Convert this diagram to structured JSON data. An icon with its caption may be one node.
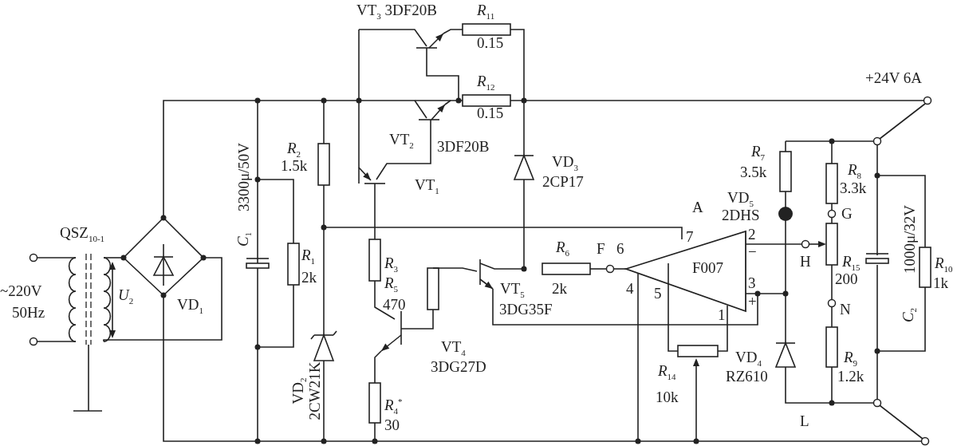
{
  "diagram": {
    "labels": [
      "VT$_{3}$ 3DF20B",
      "*R*$_{11}$",
      "0.15",
      "*R*$_{12}$",
      "0.15",
      "+24V 6A",
      "VT$_{2}$",
      "3DF20B",
      "*R*$_{2}$",
      "1.5k",
      "3300μ/50V",
      "VD$_{3}$",
      "2CP17",
      "*R*$_{7}$",
      "3.5k",
      "*R*$_{8}$",
      "3.3k",
      "VT$_{1}$",
      "A",
      "VD$_{5}$",
      "2DHS",
      "G",
      "7",
      "2",
      "QSZ$_{10-1}$",
      "*C*$_{1}$",
      "*R*$_{1}$",
      "2k",
      "*R*$_{3}$",
      "*R*$_{6}$",
      "F",
      "6",
      "−",
      "F007",
      "H",
      "*R*$_{15}$",
      "200",
      "1000μ/32V",
      "*R*$_{10}$",
      "1k",
      "~220V",
      "50Hz",
      "*U*$_{2}$",
      "VD$_{1}$",
      "*R*$_{5}$",
      "470",
      "VT$_{5}$",
      "2k",
      "4",
      "5",
      "3",
      "+",
      "3DG35F",
      "N",
      "1",
      "VT$_{4}$",
      "3DG27D",
      "*R*$_{14}$",
      "10k",
      "VD$_{4}$",
      "RZ610",
      "*R*$_{9}$",
      "1.2k",
      "VD$_{2}$",
      "2CW21K",
      "*R*$_{4}$$^{*}$",
      "30",
      "L",
      "*C*$_{2}$"
    ]
  }
}
